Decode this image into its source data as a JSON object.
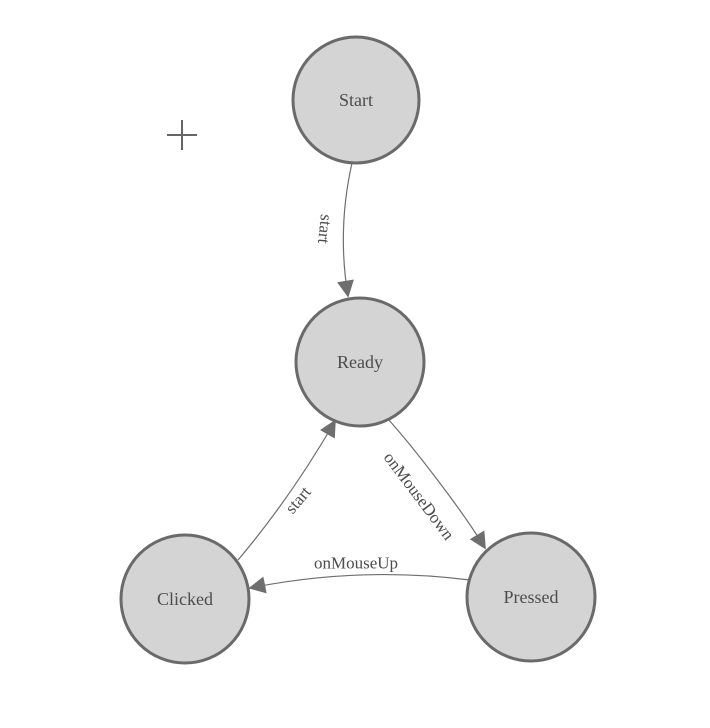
{
  "diagram": {
    "type": "state-machine",
    "nodes": [
      {
        "id": "start",
        "label": "Start"
      },
      {
        "id": "ready",
        "label": "Ready"
      },
      {
        "id": "clicked",
        "label": "Clicked"
      },
      {
        "id": "pressed",
        "label": "Pressed"
      }
    ],
    "edges": [
      {
        "from": "start",
        "to": "ready",
        "label": "start"
      },
      {
        "from": "ready",
        "to": "pressed",
        "label": "onMouseDown"
      },
      {
        "from": "pressed",
        "to": "clicked",
        "label": "onMouseUp"
      },
      {
        "from": "clicked",
        "to": "ready",
        "label": "start"
      }
    ]
  },
  "colors": {
    "background": "#ffffff",
    "node_fill": "#d4d4d4",
    "node_border": "#6a6a6a",
    "edge": "#6e6e6e",
    "text": "#4c4c4c",
    "crosshair": "#666666"
  }
}
